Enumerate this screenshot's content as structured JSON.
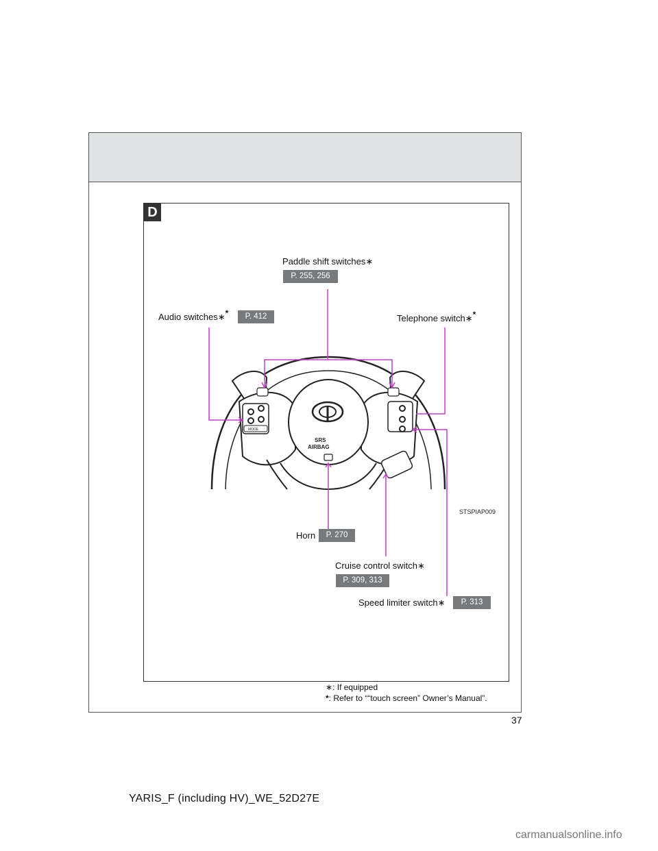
{
  "section_tab": "D",
  "callouts": {
    "paddle": {
      "label": "Paddle shift switches",
      "mark": "∗",
      "ref": "P. 255, 256"
    },
    "audio": {
      "label": "Audio switches",
      "mark": "∗",
      "sup": "*",
      "ref": "P. 412"
    },
    "telephone": {
      "label": "Telephone switch",
      "mark": "∗",
      "sup": "*"
    },
    "horn": {
      "label": "Horn",
      "ref": "P. 270"
    },
    "cruise": {
      "label": "Cruise control switch",
      "mark": "∗",
      "ref": "P. 309, 313"
    },
    "speed": {
      "label": "Speed limiter switch",
      "mark": "∗",
      "ref": "P. 313"
    }
  },
  "figure_code": "STSPIAP009",
  "wheel_text": {
    "srs": "SRS",
    "airbag": "AIRBAG",
    "mode": "MODE"
  },
  "footnotes": [
    {
      "mark": "∗",
      "text": ": If equipped"
    },
    {
      "mark": "*",
      "text": ": Refer to ““touch screen” Owner’s Manual”."
    }
  ],
  "page_number": "37",
  "doc_id": "YARIS_F (including HV)_WE_52D27E",
  "watermark": "carmanualsonline.info",
  "colors": {
    "leader_line": "#c040c8",
    "badge": "#777a7c",
    "header_band": "#dfe3e3"
  }
}
